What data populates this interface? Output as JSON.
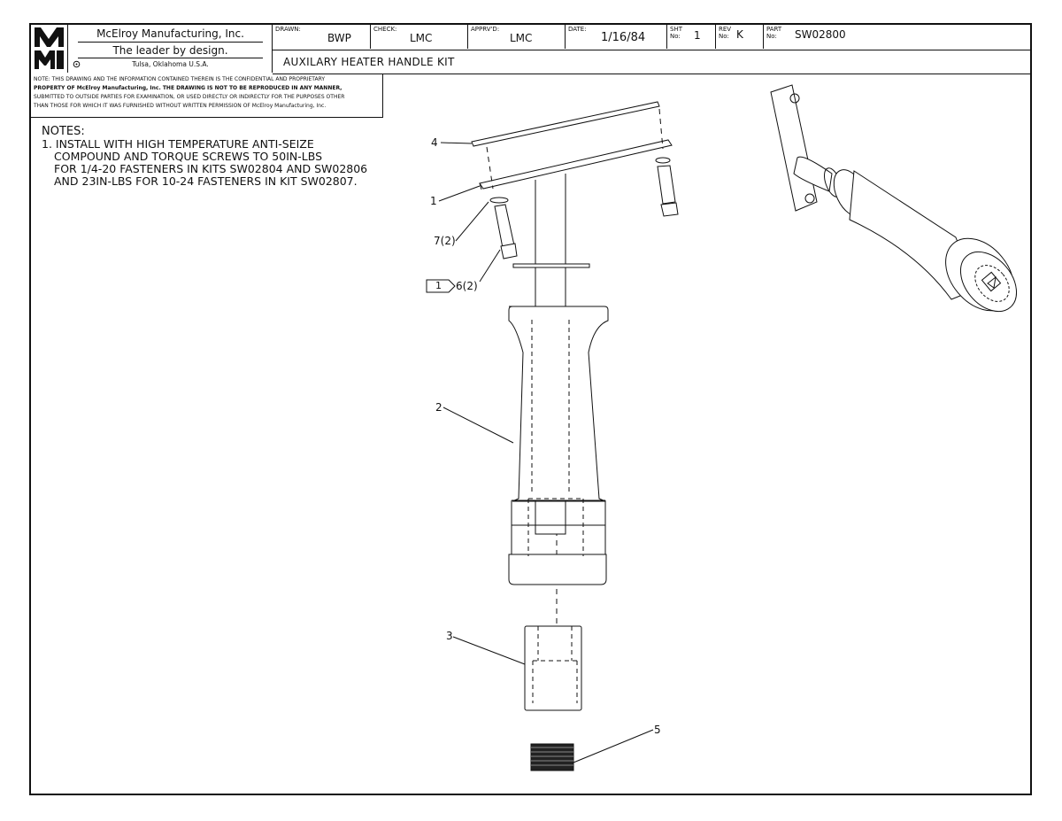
{
  "company": {
    "name": "McElroy Manufacturing, Inc.",
    "slogan": "The leader by design.",
    "location": "Tulsa, Oklahoma U.S.A."
  },
  "title_block": {
    "drawn_label": "DRAWN:",
    "drawn_value": "BWP",
    "check_label": "CHECK:",
    "check_value": "LMC",
    "apprvd_label": "APPRV'D:",
    "apprvd_value": "LMC",
    "date_label": "DATE:",
    "date_value": "1/16/84",
    "sht_label_1": "SHT",
    "sht_label_2": "No:",
    "sht_value": "1",
    "rev_label_1": "REV",
    "rev_label_2": "No:",
    "rev_value": "K",
    "part_label_1": "PART",
    "part_label_2": "No:",
    "part_value": "SW02800",
    "drawing_title": "AUXILARY HEATER HANDLE KIT"
  },
  "confidential": {
    "line1": "NOTE: THIS DRAWING AND THE INFORMATION CONTAINED THEREIN IS THE CONFIDENTIAL AND PROPRIETARY",
    "line2": "PROPERTY OF McElroy Manufacturing, Inc. THE DRAWING IS NOT TO BE REPRODUCED IN ANY MANNER,",
    "line3": "SUBMITTED TO OUTSIDE PARTIES FOR EXAMINATION, OR USED DIRECTLY OR INDIRECTLY FOR THE PURPOSES OTHER",
    "line4": "THAN THOSE FOR WHICH IT WAS FURNISHED WITHOUT WRITTEN PERMISSION OF McElroy Manufacturing, Inc."
  },
  "notes": {
    "heading": "NOTES:",
    "line1": "1. INSTALL WITH HIGH TEMPERATURE ANTI-SEIZE",
    "line2": "COMPOUND AND TORQUE SCREWS TO 50IN-LBS",
    "line3": "FOR 1/4-20 FASTENERS IN KITS SW02804 AND SW02806",
    "line4": "AND 23IN-LBS FOR 10-24 FASTENERS IN KIT SW02807."
  },
  "callouts": {
    "item4": "4",
    "item1": "1",
    "item7": "7(2)",
    "note_flag": "1",
    "item6": "6(2)",
    "item2": "2",
    "item3": "3",
    "item5": "5"
  }
}
